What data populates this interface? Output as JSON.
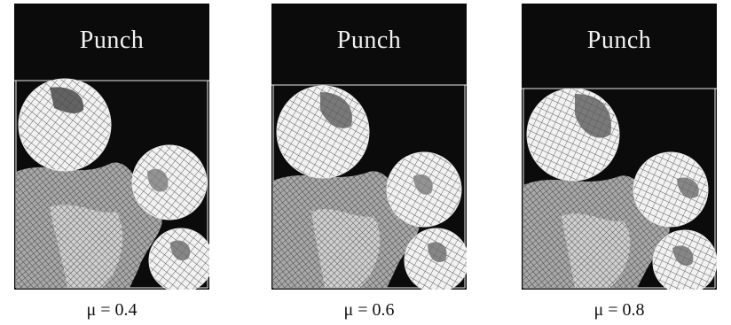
{
  "figure": {
    "panels": [
      {
        "punch_label": "Punch",
        "caption": "μ = 0.4"
      },
      {
        "punch_label": "Punch",
        "caption": "μ = 0.6"
      },
      {
        "punch_label": "Punch",
        "caption": "μ = 0.8"
      }
    ],
    "colors": {
      "background": "#ffffff",
      "die_fill": "#0b0b0b",
      "mesh_light": "#f4f4f4",
      "mesh_mid": "#9a9a9a",
      "mesh_dark": "#4a4a4a",
      "outline": "#e8e8e8"
    }
  }
}
